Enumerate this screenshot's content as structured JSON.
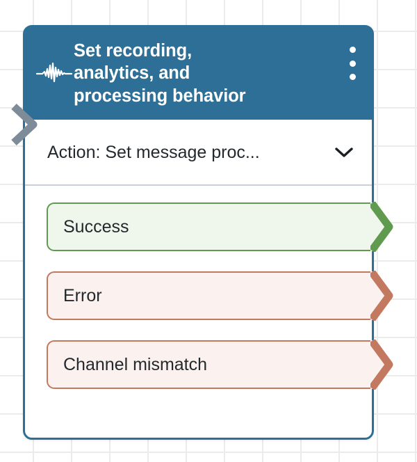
{
  "canvas": {
    "background_color": "#ffffff",
    "grid_line_color": "#ebebeb"
  },
  "node": {
    "type_icon": "audio-waveform-icon",
    "header_color": "#2D6F96",
    "border_color": "#2D6F96",
    "title": "Set recording,\nanalytics, and\nprocessing behavior",
    "menu_icon": "kebab-menu-icon",
    "input_connector_icon": "chevron-right-icon",
    "input_connector_color": "#7E8C9A",
    "action": {
      "label": "Action: Set message proc...",
      "chevron_icon": "chevron-down-icon"
    },
    "branches": [
      {
        "label": "Success",
        "status": "success",
        "border_color": "#5f9a4e",
        "fill_color": "#eff7ec",
        "connector_icon": "chevron-right-icon"
      },
      {
        "label": "Error",
        "status": "error",
        "border_color": "#c2795f",
        "fill_color": "#fbf1ee",
        "connector_icon": "chevron-right-icon"
      },
      {
        "label": "Channel mismatch",
        "status": "error",
        "border_color": "#c2795f",
        "fill_color": "#fbf1ee",
        "connector_icon": "chevron-right-icon"
      }
    ]
  }
}
